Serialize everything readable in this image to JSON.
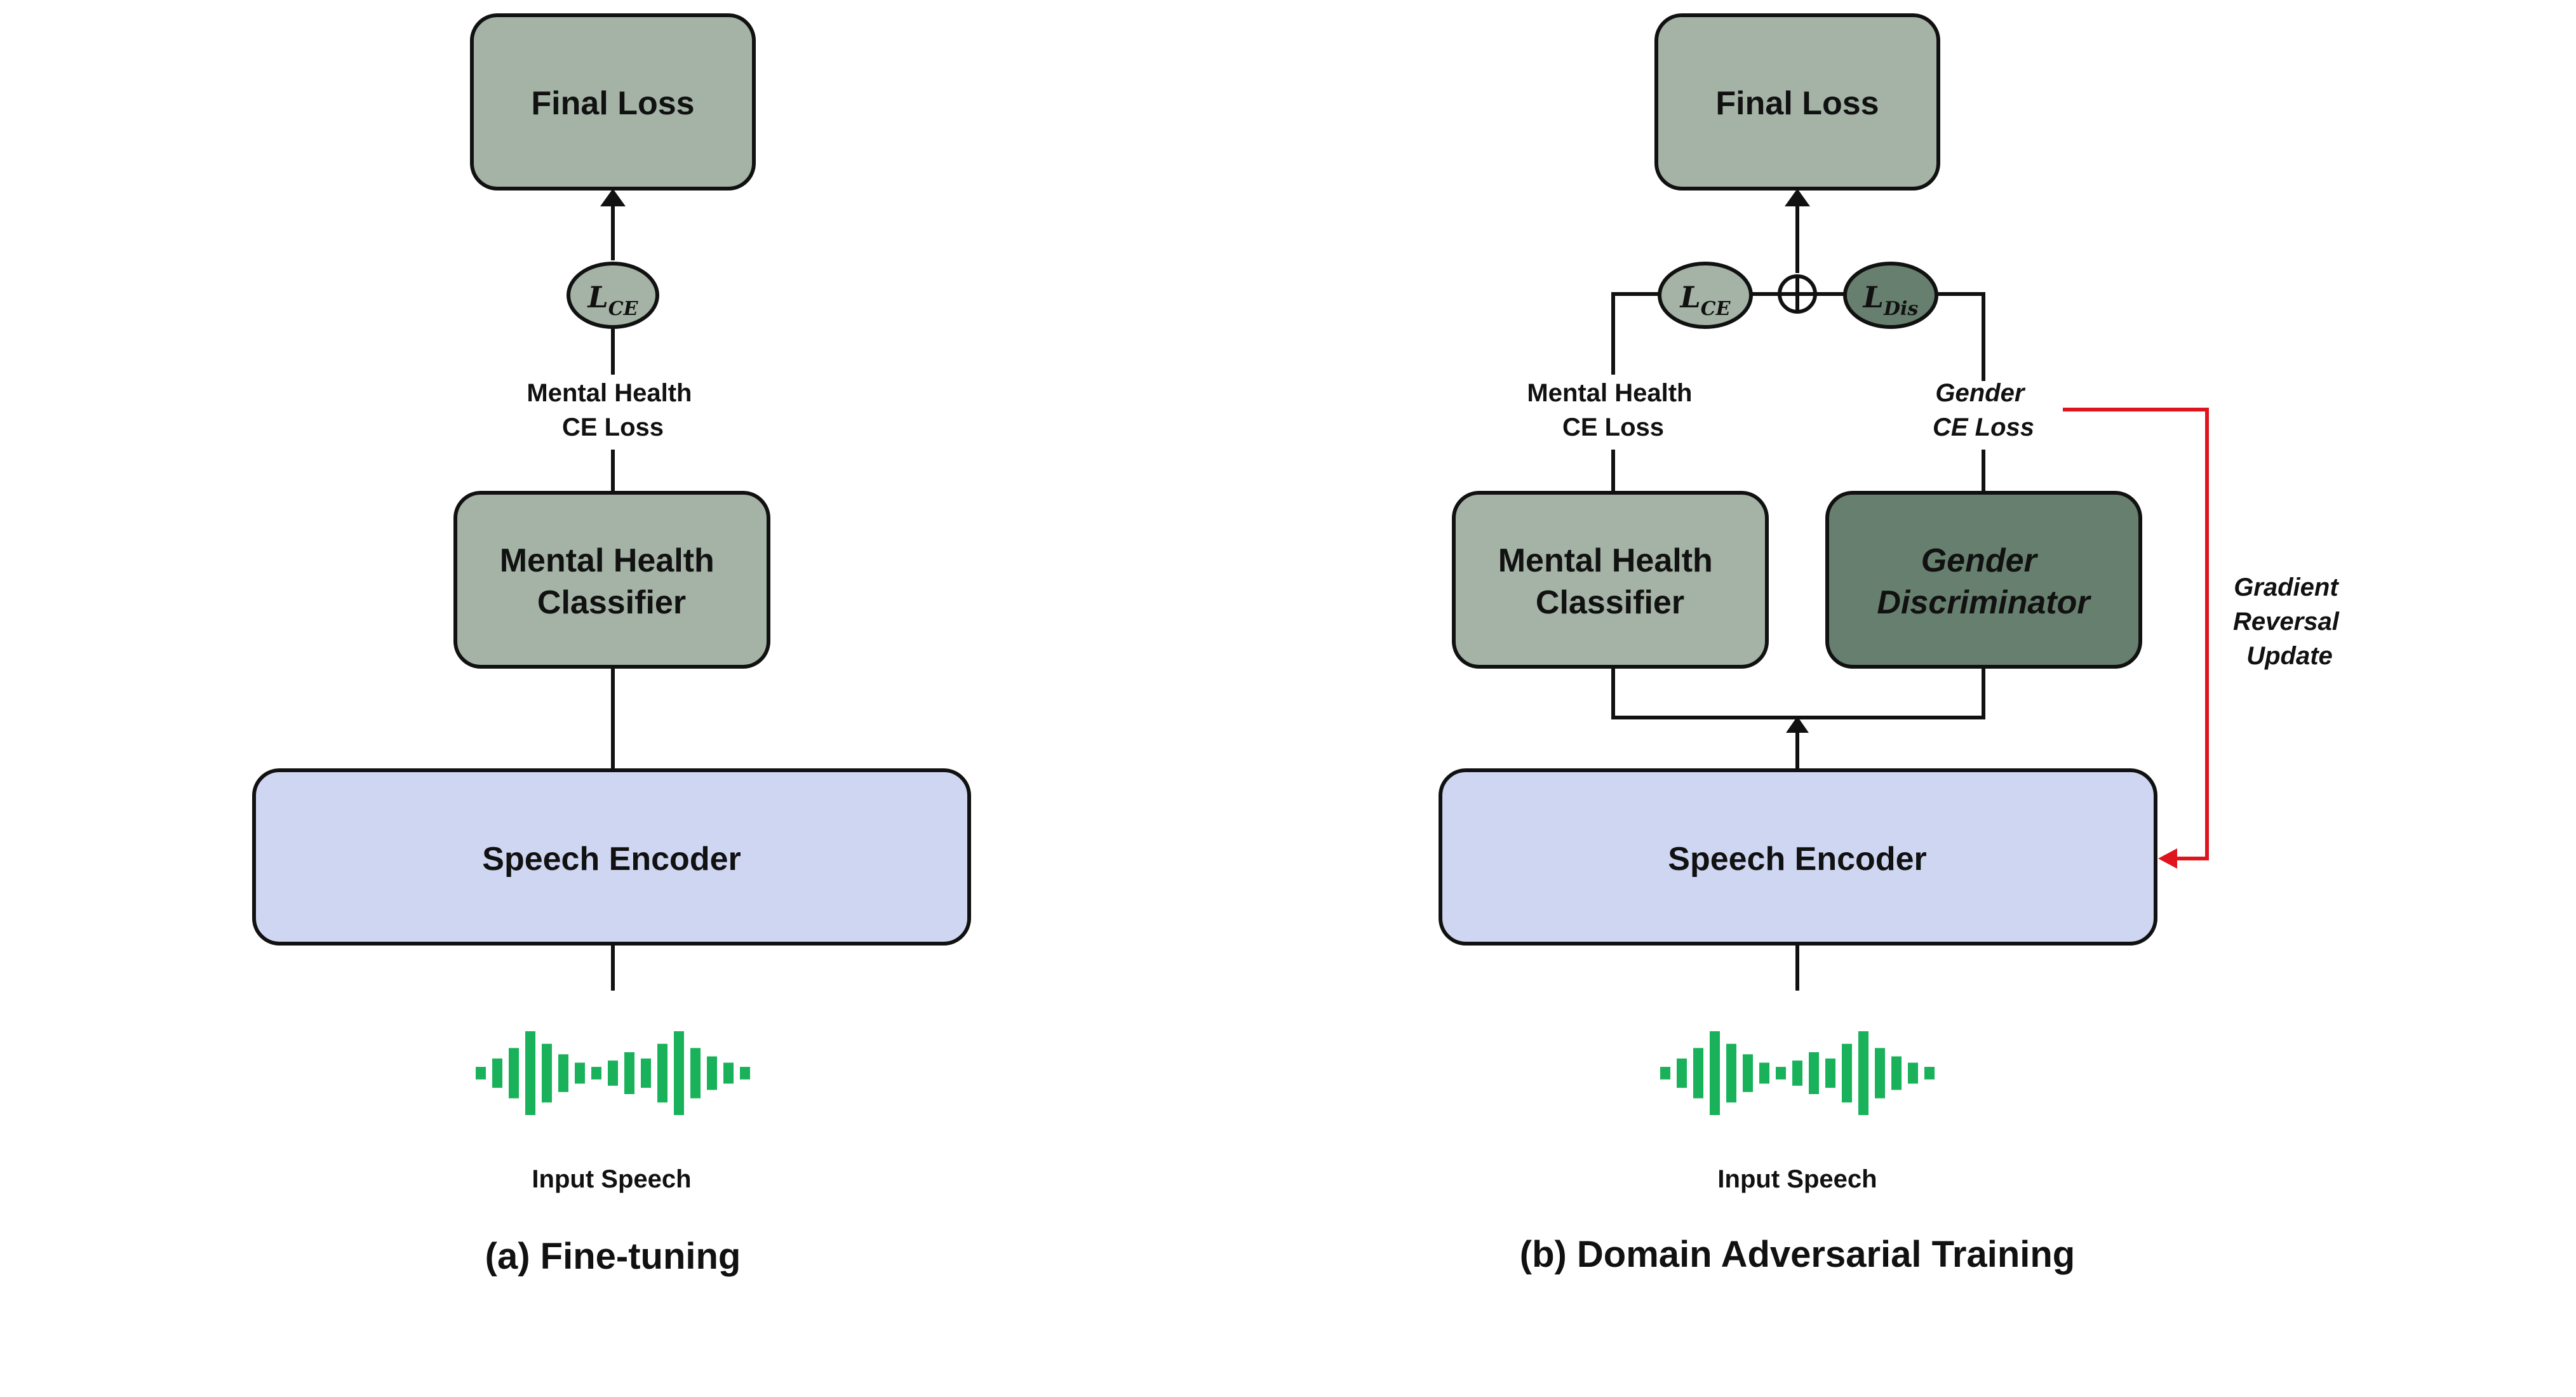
{
  "colors": {
    "box_light": "#A4B3A6",
    "box_dark": "#667F6E",
    "encoder": "#CFD6F2",
    "waveform": "#19B25A",
    "gradient_arrow": "#E0141C",
    "line": "#111111"
  },
  "panel_a": {
    "final_loss": "Final Loss",
    "loss_ce": {
      "main": "L",
      "sub": "CE"
    },
    "edge_label_line1": "Mental Health",
    "edge_label_line2": "CE Loss",
    "classifier_line1": "Mental Health",
    "classifier_line2": "Classifier",
    "encoder": "Speech Encoder",
    "input": "Input Speech",
    "caption": "(a) Fine-tuning"
  },
  "panel_b": {
    "final_loss": "Final Loss",
    "loss_ce": {
      "main": "L",
      "sub": "CE"
    },
    "loss_dis": {
      "main": "L",
      "sub": "Dis"
    },
    "mh_edge_line1": "Mental Health",
    "mh_edge_line2": "CE Loss",
    "gender_edge_line1": "Gender",
    "gender_edge_line2": "CE Loss",
    "classifier_line1": "Mental Health",
    "classifier_line2": "Classifier",
    "discriminator_line1": "Gender",
    "discriminator_line2": "Discriminator",
    "encoder": "Speech Encoder",
    "gradient_line1": "Gradient",
    "gradient_line2": "Reversal",
    "gradient_line3": "Update",
    "input": "Input Speech",
    "caption": "(b) Domain Adversarial Training"
  },
  "waveform_levels": [
    0.15,
    0.35,
    0.6,
    1.0,
    0.7,
    0.45,
    0.25,
    0.15,
    0.3,
    0.5,
    0.35,
    0.7,
    1.0,
    0.6,
    0.4,
    0.25,
    0.15
  ]
}
